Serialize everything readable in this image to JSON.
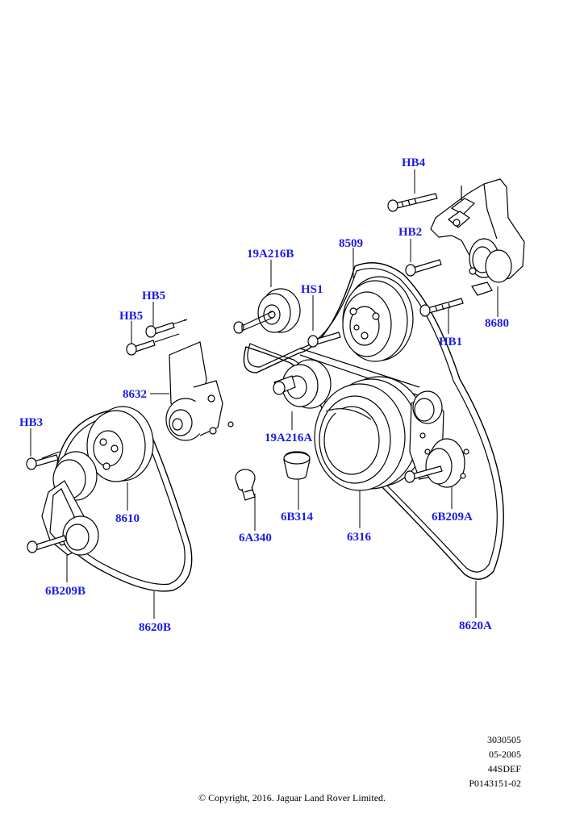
{
  "callouts": {
    "hb4": "HB4",
    "hb2": "HB2",
    "p8509": "8509",
    "p19a216b": "19A216B",
    "hs1": "HS1",
    "hb5_top": "HB5",
    "hb5_bottom": "HB5",
    "p8680": "8680",
    "hb1": "HB1",
    "p8632": "8632",
    "hb3": "HB3",
    "p19a216a": "19A216A",
    "p8610": "8610",
    "p6b314": "6B314",
    "p6a340": "6A340",
    "p6316": "6316",
    "p6b209a": "6B209A",
    "p6b209b": "6B209B",
    "p8620b": "8620B",
    "p8620a": "8620A"
  },
  "meta": {
    "ref": "3030505",
    "date": "05-2005",
    "model": "44SDEF",
    "code": "P0143151-02"
  },
  "copyright": "© Copyright, 2016. Jaguar Land Rover Limited.",
  "colors": {
    "callout": "#1a1ae6",
    "line": "#000000"
  }
}
